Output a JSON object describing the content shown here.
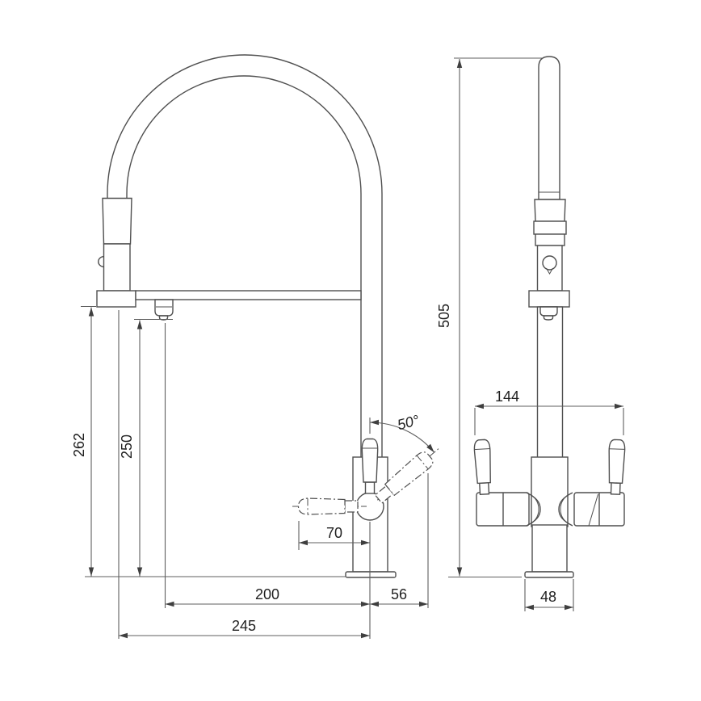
{
  "drawing": {
    "background": "#ffffff",
    "part_line_color": "#4f4f4f",
    "dimension_line_color": "#5f5f5f",
    "text_color": "#1f1f1f"
  },
  "dimensions": {
    "front": {
      "height_base_to_bracket": "262",
      "height_base_to_spout_outlet": "250",
      "lever_projection_left": "70",
      "spout_outlet_to_body_axis": "200",
      "lever_projection_right": "56",
      "spray_head_axis_to_body_axis": "245",
      "lever_swing_angle": "50°"
    },
    "side": {
      "overall_height": "505",
      "levers_overall_span": "144",
      "base_width": "48"
    }
  }
}
